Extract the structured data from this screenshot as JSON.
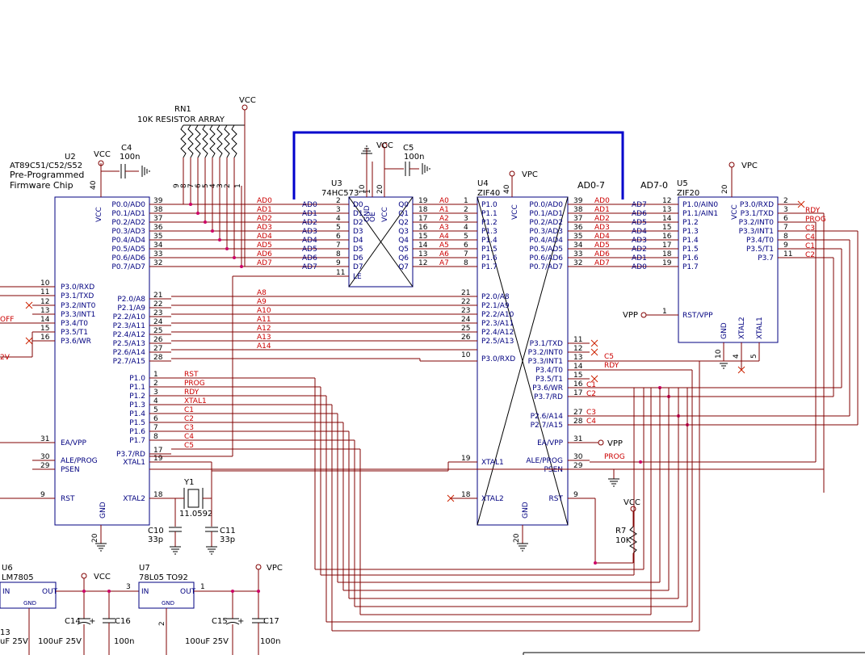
{
  "components": {
    "u2": {
      "ref": "U2",
      "part": "AT89C51/C52/S52",
      "desc1": "Pre-Programmed",
      "desc2": "Firmware Chip",
      "left_pins": [
        [
          "10",
          "P3.0/RXD"
        ],
        [
          "11",
          "P3.1/TXD"
        ],
        [
          "12",
          "P3.2/INT0"
        ],
        [
          "13",
          "P3.3/INT1"
        ],
        [
          "14",
          "P3.4/T0"
        ],
        [
          "15",
          "P3.5/T1"
        ],
        [
          "16",
          "P3.6/WR"
        ],
        [
          "31",
          "EA/VPP"
        ],
        [
          "30",
          "ALE/PROG"
        ],
        [
          "29",
          "PSEN"
        ],
        [
          "9",
          "RST"
        ]
      ],
      "right_pins": [
        [
          "39",
          "P0.0/AD0"
        ],
        [
          "38",
          "P0.1/AD1"
        ],
        [
          "37",
          "P0.2/AD2"
        ],
        [
          "36",
          "P0.3/AD3"
        ],
        [
          "35",
          "P0.4/AD4"
        ],
        [
          "34",
          "P0.5/AD5"
        ],
        [
          "33",
          "P0.6/AD6"
        ],
        [
          "32",
          "P0.7/AD7"
        ],
        [
          "21",
          "P2.0/A8"
        ],
        [
          "22",
          "P2.1/A9"
        ],
        [
          "23",
          "P2.2/A10"
        ],
        [
          "24",
          "P2.3/A11"
        ],
        [
          "25",
          "P2.4/A12"
        ],
        [
          "26",
          "P2.5/A13"
        ],
        [
          "27",
          "P2.6/A14"
        ],
        [
          "28",
          "P2.7/A15"
        ],
        [
          "1",
          "P1.0"
        ],
        [
          "2",
          "P1.1"
        ],
        [
          "3",
          "P1.2"
        ],
        [
          "4",
          "P1.3"
        ],
        [
          "5",
          "P1.4"
        ],
        [
          "6",
          "P1.5"
        ],
        [
          "7",
          "P1.6"
        ],
        [
          "8",
          "P1.7"
        ],
        [
          "17",
          "P3.7/RD"
        ],
        [
          "19",
          "XTAL1"
        ],
        [
          "18",
          "XTAL2"
        ]
      ],
      "vcc_pin": "40",
      "gnd_pin": "20",
      "vcc": "VCC",
      "gnd": "GND"
    },
    "u3": {
      "ref": "U3",
      "part": "74HC573",
      "d_pins": [
        [
          "2",
          "D0"
        ],
        [
          "3",
          "D1"
        ],
        [
          "4",
          "D2"
        ],
        [
          "5",
          "D3"
        ],
        [
          "6",
          "D4"
        ],
        [
          "7",
          "D5"
        ],
        [
          "8",
          "D6"
        ],
        [
          "9",
          "D7"
        ],
        [
          "11",
          "LE"
        ]
      ],
      "q_pins": [
        [
          "19",
          "Q0"
        ],
        [
          "18",
          "Q1"
        ],
        [
          "17",
          "Q2"
        ],
        [
          "16",
          "Q3"
        ],
        [
          "15",
          "Q4"
        ],
        [
          "14",
          "Q5"
        ],
        [
          "13",
          "Q6"
        ],
        [
          "12",
          "Q7"
        ]
      ],
      "top_pins": [
        [
          "10",
          "GND"
        ],
        [
          "1",
          "OE"
        ],
        [
          "20",
          "VCC"
        ]
      ]
    },
    "u4": {
      "ref": "U4",
      "part": "ZIF40",
      "left_pins": [
        [
          "1",
          "P1.0"
        ],
        [
          "2",
          "P1.1"
        ],
        [
          "3",
          "P1.2"
        ],
        [
          "4",
          "P1.3"
        ],
        [
          "5",
          "P1.4"
        ],
        [
          "6",
          "P1.5"
        ],
        [
          "7",
          "P1.6"
        ],
        [
          "8",
          "P1.7"
        ],
        [
          "21",
          "P2.0/A8"
        ],
        [
          "22",
          "P2.1/A9"
        ],
        [
          "23",
          "P2.2/A10"
        ],
        [
          "24",
          "P2.3/A11"
        ],
        [
          "25",
          "P2.4/A12"
        ],
        [
          "26",
          "P2.5/A13"
        ],
        [
          "10",
          "P3.0/RXD"
        ],
        [
          "19",
          "XTAL1"
        ],
        [
          "18",
          "XTAL2"
        ]
      ],
      "right_pins": [
        [
          "39",
          "P0.0/AD0"
        ],
        [
          "38",
          "P0.1/AD1"
        ],
        [
          "37",
          "P0.2/AD2"
        ],
        [
          "36",
          "P0.3/AD3"
        ],
        [
          "35",
          "P0.4/AD4"
        ],
        [
          "34",
          "P0.5/AD5"
        ],
        [
          "33",
          "P0.6/AD6"
        ],
        [
          "32",
          "P0.7/AD7"
        ],
        [
          "11",
          "P3.1/TXD"
        ],
        [
          "12",
          "P3.2/INT0"
        ],
        [
          "13",
          "P3.3/INT1"
        ],
        [
          "14",
          "P3.4/T0"
        ],
        [
          "15",
          "P3.5/T1"
        ],
        [
          "16",
          "P3.6/WR"
        ],
        [
          "17",
          "P3.7/RD"
        ],
        [
          "27",
          "P2.6/A14"
        ],
        [
          "28",
          "P2.7/A15"
        ],
        [
          "31",
          "EA/VPP"
        ],
        [
          "30",
          "ALE/PROG"
        ],
        [
          "29",
          "PSEN"
        ],
        [
          "9",
          "RST"
        ]
      ],
      "vcc_pin": "40",
      "gnd_pin": "20",
      "vcc": "VCC",
      "gnd": "GND",
      "power_net": "VPC"
    },
    "u5": {
      "ref": "U5",
      "part": "ZIF20",
      "left_pins": [
        [
          "12",
          "P1.0/AIN0"
        ],
        [
          "13",
          "P1.1/AIN1"
        ],
        [
          "14",
          "P1.2"
        ],
        [
          "15",
          "P1.3"
        ],
        [
          "16",
          "P1.4"
        ],
        [
          "17",
          "P1.5"
        ],
        [
          "18",
          "P1.6"
        ],
        [
          "19",
          "P1.7"
        ],
        [
          "1",
          "RST/VPP"
        ]
      ],
      "right_pins": [
        [
          "2",
          "P3.0/RXD"
        ],
        [
          "3",
          "P3.1/TXD"
        ],
        [
          "6",
          "P3.2/INT0"
        ],
        [
          "7",
          "P3.3/INT1"
        ],
        [
          "8",
          "P3.4/T0"
        ],
        [
          "9",
          "P3.5/T1"
        ],
        [
          "11",
          "P3.7"
        ]
      ],
      "bottom_pins": [
        [
          "10",
          "GND"
        ],
        [
          "4",
          "XTAL2"
        ],
        [
          "5",
          "XTAL1"
        ]
      ],
      "vcc_pin": "20",
      "vcc": "VCC",
      "power_net": "VPC"
    },
    "u6": {
      "ref": "U6",
      "part": "LM7805",
      "in": "IN",
      "out": "OUT",
      "gnd": "GND"
    },
    "u7": {
      "ref": "U7",
      "part": "78L05 TO92",
      "in": "IN",
      "out": "OUT",
      "gnd": "GND",
      "pin_in": "3",
      "pin_out": "1",
      "pin_gnd": "2"
    },
    "rn1": {
      "ref": "RN1",
      "value": "10K RESISTOR ARRAY",
      "pins": [
        "9",
        "8",
        "7",
        "6",
        "5",
        "4",
        "3",
        "2",
        "1"
      ]
    },
    "c4": {
      "ref": "C4",
      "value": "100n"
    },
    "c5": {
      "ref": "C5",
      "value": "100n"
    },
    "y1": {
      "ref": "Y1",
      "value": "11.0592"
    },
    "c10": {
      "ref": "C10",
      "value": "33p"
    },
    "c11": {
      "ref": "C11",
      "value": "33p"
    },
    "r7": {
      "ref": "R7",
      "value": "10K"
    },
    "c14": {
      "ref": "C14",
      "value": "100uF 25V"
    },
    "c15": {
      "ref": "C15",
      "value": "100uF 25V"
    },
    "c16": {
      "ref": "C16",
      "value": "100n"
    },
    "c17": {
      "ref": "C17",
      "value": "100n"
    },
    "c13_partial": {
      "ref": "13",
      "value": "uF 25V"
    }
  },
  "nets": {
    "ad": [
      "AD0",
      "AD1",
      "AD2",
      "AD3",
      "AD4",
      "AD5",
      "AD6",
      "AD7"
    ],
    "a_low": [
      "A0",
      "A1",
      "A2",
      "A3",
      "A4",
      "A5",
      "A6",
      "A7"
    ],
    "a_high": [
      "A8",
      "A9",
      "A10",
      "A11",
      "A12",
      "A13",
      "A14"
    ],
    "p1": [
      "RST",
      "PROG",
      "RDY",
      "XTAL1",
      "C1",
      "C2",
      "C3",
      "C4",
      "C5"
    ],
    "zif20_ad": [
      "AD7",
      "AD6",
      "AD5",
      "AD4",
      "AD3",
      "AD2",
      "AD1",
      "AD0"
    ],
    "zif20_right": [
      "RDY",
      "PROG",
      "C3",
      "C4",
      "C1",
      "C2"
    ],
    "zif40_right": [
      "C5",
      "RDY",
      "C1",
      "C2",
      "C3",
      "C4",
      "PROG"
    ],
    "bus1": "AD0-7",
    "bus2": "AD7-0",
    "vcc": "VCC",
    "vpc": "VPC",
    "vpp": "VPP",
    "off": "OFF",
    "v12": "2V"
  }
}
